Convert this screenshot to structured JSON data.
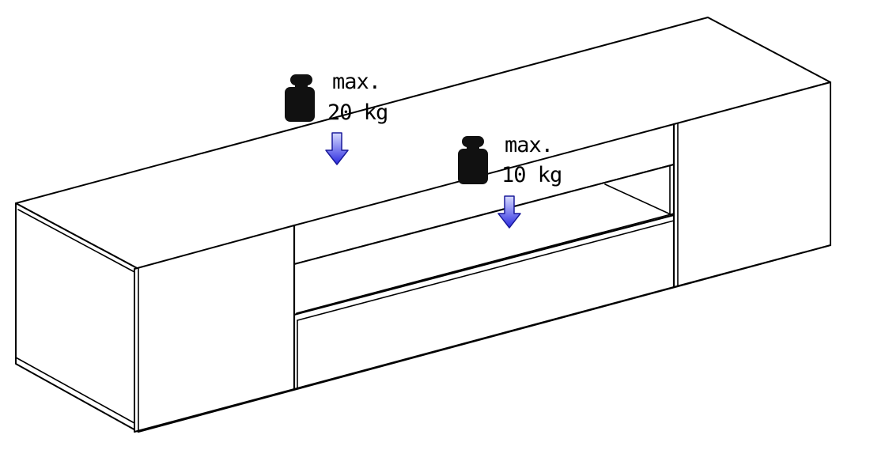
{
  "load_labels": [
    {
      "max_label": "max.",
      "weight_label": "20 kg"
    },
    {
      "max_label": "max.",
      "weight_label": "10 kg"
    }
  ],
  "colors": {
    "arrow_top": "#d8dcff",
    "arrow_bottom": "#2a2ae0",
    "arrow_stroke": "#1a1a9a",
    "weight_fill": "#111111",
    "outline": "#000000"
  },
  "icons": [
    "weight-icon",
    "down-arrow-icon"
  ]
}
